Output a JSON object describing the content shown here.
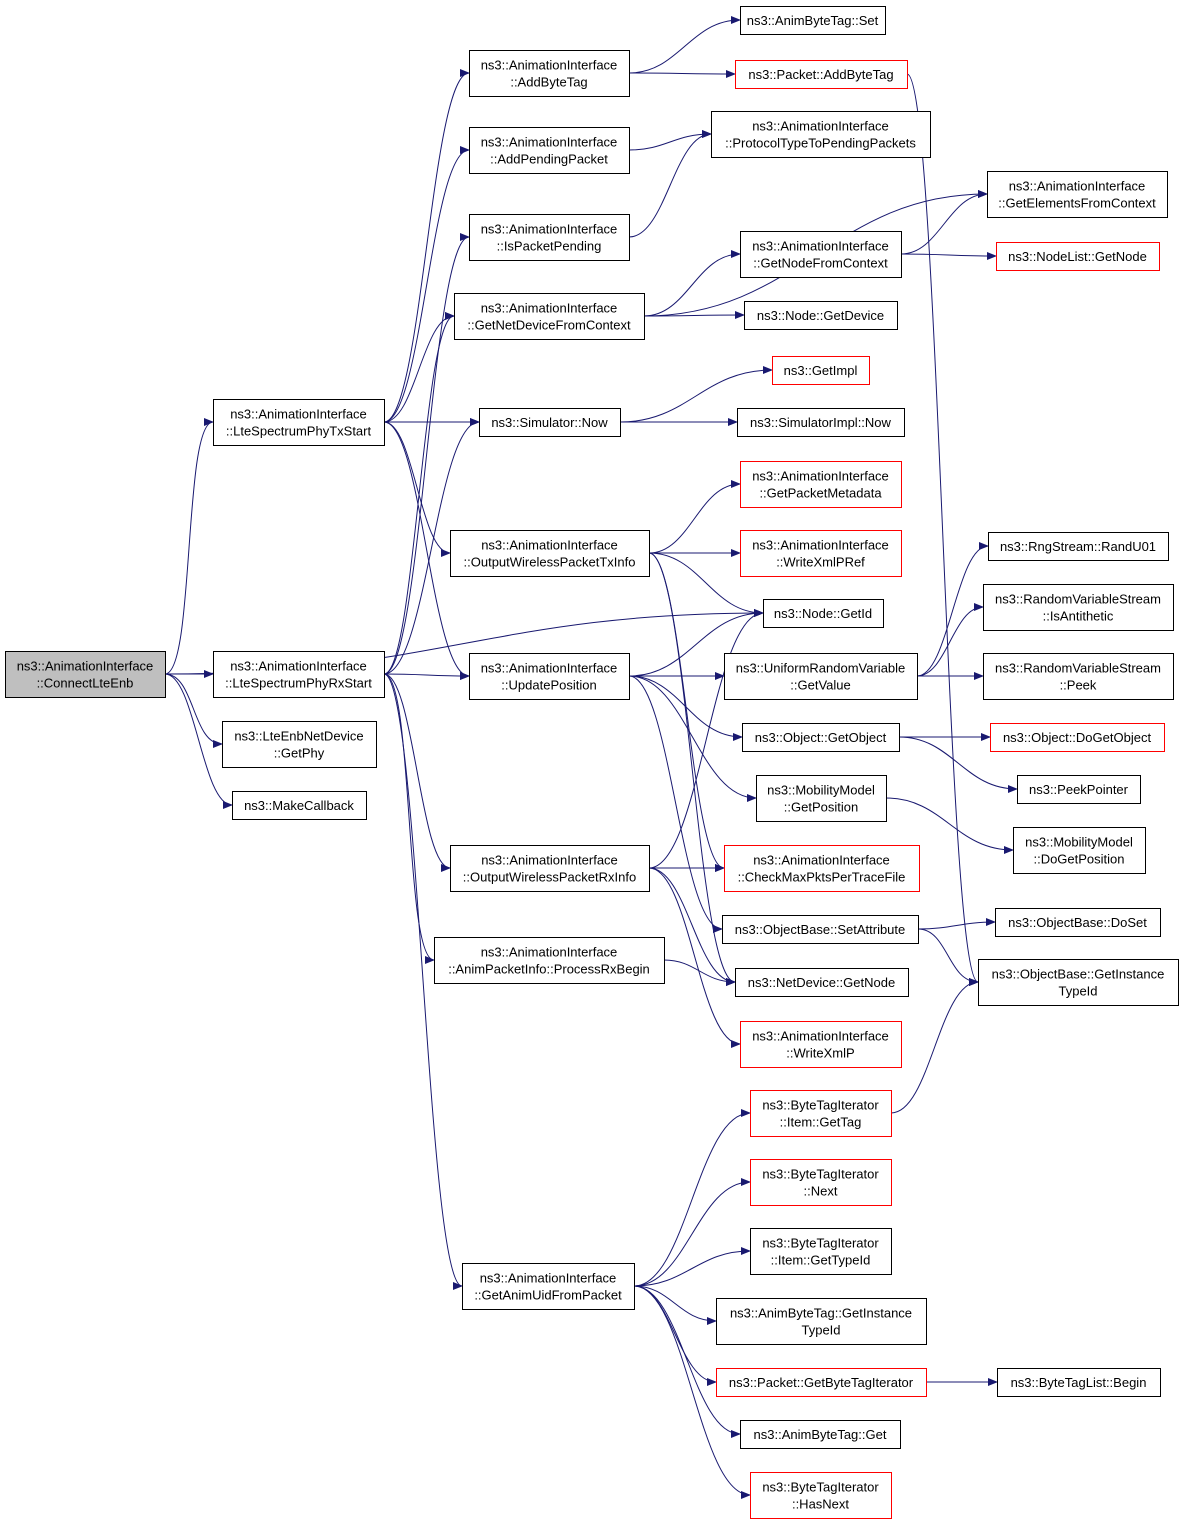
{
  "colors": {
    "edge": "#191970",
    "border_normal": "#000000",
    "border_truncated": "#ff0000",
    "root_fill": "#bfbfbf",
    "node_fill": "#ffffff"
  },
  "nodes": [
    {
      "id": "root",
      "lines": [
        "ns3::AnimationInterface",
        "::ConnectLteEnb"
      ],
      "style": "root"
    },
    {
      "id": "txstart",
      "lines": [
        "ns3::AnimationInterface",
        "::LteSpectrumPhyTxStart"
      ],
      "style": "normal"
    },
    {
      "id": "rxstart",
      "lines": [
        "ns3::AnimationInterface",
        "::LteSpectrumPhyRxStart"
      ],
      "style": "normal"
    },
    {
      "id": "getphy",
      "lines": [
        "ns3::LteEnbNetDevice",
        "::GetPhy"
      ],
      "style": "normal"
    },
    {
      "id": "makecb",
      "lines": [
        "ns3::MakeCallback"
      ],
      "style": "normal"
    },
    {
      "id": "addbytetag",
      "lines": [
        "ns3::AnimationInterface",
        "::AddByteTag"
      ],
      "style": "normal"
    },
    {
      "id": "addpending",
      "lines": [
        "ns3::AnimationInterface",
        "::AddPendingPacket"
      ],
      "style": "normal"
    },
    {
      "id": "ispending",
      "lines": [
        "ns3::AnimationInterface",
        "::IsPacketPending"
      ],
      "style": "normal"
    },
    {
      "id": "getnetdev",
      "lines": [
        "ns3::AnimationInterface",
        "::GetNetDeviceFromContext"
      ],
      "style": "normal"
    },
    {
      "id": "simnow",
      "lines": [
        "ns3::Simulator::Now"
      ],
      "style": "normal"
    },
    {
      "id": "outtx",
      "lines": [
        "ns3::AnimationInterface",
        "::OutputWirelessPacketTxInfo"
      ],
      "style": "normal"
    },
    {
      "id": "updatepos",
      "lines": [
        "ns3::AnimationInterface",
        "::UpdatePosition"
      ],
      "style": "normal"
    },
    {
      "id": "outrx",
      "lines": [
        "ns3::AnimationInterface",
        "::OutputWirelessPacketRxInfo"
      ],
      "style": "normal"
    },
    {
      "id": "processrx",
      "lines": [
        "ns3::AnimationInterface",
        "::AnimPacketInfo::ProcessRxBegin"
      ],
      "style": "normal"
    },
    {
      "id": "getanimuid",
      "lines": [
        "ns3::AnimationInterface",
        "::GetAnimUidFromPacket"
      ],
      "style": "normal"
    },
    {
      "id": "animtagset",
      "lines": [
        "ns3::AnimByteTag::Set"
      ],
      "style": "normal"
    },
    {
      "id": "pktaddbytetag",
      "lines": [
        "ns3::Packet::AddByteTag"
      ],
      "style": "truncated"
    },
    {
      "id": "prototype",
      "lines": [
        "ns3::AnimationInterface",
        "::ProtocolTypeToPendingPackets"
      ],
      "style": "normal"
    },
    {
      "id": "getelements",
      "lines": [
        "ns3::AnimationInterface",
        "::GetElementsFromContext"
      ],
      "style": "normal"
    },
    {
      "id": "getnodectx",
      "lines": [
        "ns3::AnimationInterface",
        "::GetNodeFromContext"
      ],
      "style": "normal"
    },
    {
      "id": "nodelistget",
      "lines": [
        "ns3::NodeList::GetNode"
      ],
      "style": "truncated"
    },
    {
      "id": "nodegetdev",
      "lines": [
        "ns3::Node::GetDevice"
      ],
      "style": "normal"
    },
    {
      "id": "getimpl",
      "lines": [
        "ns3::GetImpl"
      ],
      "style": "truncated"
    },
    {
      "id": "simimplnow",
      "lines": [
        "ns3::SimulatorImpl::Now"
      ],
      "style": "normal"
    },
    {
      "id": "getmeta",
      "lines": [
        "ns3::AnimationInterface",
        "::GetPacketMetadata"
      ],
      "style": "truncated"
    },
    {
      "id": "writexmlpref",
      "lines": [
        "ns3::AnimationInterface",
        "::WriteXmlPRef"
      ],
      "style": "truncated"
    },
    {
      "id": "nodegetid",
      "lines": [
        "ns3::Node::GetId"
      ],
      "style": "normal"
    },
    {
      "id": "uniformget",
      "lines": [
        "ns3::UniformRandomVariable",
        "::GetValue"
      ],
      "style": "normal"
    },
    {
      "id": "getobject",
      "lines": [
        "ns3::Object::GetObject"
      ],
      "style": "normal"
    },
    {
      "id": "mobget",
      "lines": [
        "ns3::MobilityModel",
        "::GetPosition"
      ],
      "style": "normal"
    },
    {
      "id": "checkmax",
      "lines": [
        "ns3::AnimationInterface",
        "::CheckMaxPktsPerTraceFile"
      ],
      "style": "truncated"
    },
    {
      "id": "setattr",
      "lines": [
        "ns3::ObjectBase::SetAttribute"
      ],
      "style": "normal"
    },
    {
      "id": "netdevnode",
      "lines": [
        "ns3::NetDevice::GetNode"
      ],
      "style": "normal"
    },
    {
      "id": "writexmlp",
      "lines": [
        "ns3::AnimationInterface",
        "::WriteXmlP"
      ],
      "style": "truncated"
    },
    {
      "id": "randu01",
      "lines": [
        "ns3::RngStream::RandU01"
      ],
      "style": "normal"
    },
    {
      "id": "isanti",
      "lines": [
        "ns3::RandomVariableStream",
        "::IsAntithetic"
      ],
      "style": "normal"
    },
    {
      "id": "peek",
      "lines": [
        "ns3::RandomVariableStream",
        "::Peek"
      ],
      "style": "normal"
    },
    {
      "id": "dogetobject",
      "lines": [
        "ns3::Object::DoGetObject"
      ],
      "style": "truncated"
    },
    {
      "id": "peekptr",
      "lines": [
        "ns3::PeekPointer"
      ],
      "style": "normal"
    },
    {
      "id": "mobdoget",
      "lines": [
        "ns3::MobilityModel",
        "::DoGetPosition"
      ],
      "style": "normal"
    },
    {
      "id": "doset",
      "lines": [
        "ns3::ObjectBase::DoSet"
      ],
      "style": "normal"
    },
    {
      "id": "getinstance",
      "lines": [
        "ns3::ObjectBase::GetInstance",
        "TypeId"
      ],
      "style": "normal"
    },
    {
      "id": "itemgettag",
      "lines": [
        "ns3::ByteTagIterator",
        "::Item::GetTag"
      ],
      "style": "truncated"
    },
    {
      "id": "btinext",
      "lines": [
        "ns3::ByteTagIterator",
        "::Next"
      ],
      "style": "truncated"
    },
    {
      "id": "itemgettype",
      "lines": [
        "ns3::ByteTagIterator",
        "::Item::GetTypeId"
      ],
      "style": "normal"
    },
    {
      "id": "animgetinst",
      "lines": [
        "ns3::AnimByteTag::GetInstance",
        "TypeId"
      ],
      "style": "normal"
    },
    {
      "id": "pktgetbti",
      "lines": [
        "ns3::Packet::GetByteTagIterator"
      ],
      "style": "truncated"
    },
    {
      "id": "btlbegin",
      "lines": [
        "ns3::ByteTagList::Begin"
      ],
      "style": "normal"
    },
    {
      "id": "animget",
      "lines": [
        "ns3::AnimByteTag::Get"
      ],
      "style": "normal"
    },
    {
      "id": "hasnext",
      "lines": [
        "ns3::ByteTagIterator",
        "::HasNext"
      ],
      "style": "truncated"
    }
  ],
  "edges": [
    [
      "root",
      "txstart"
    ],
    [
      "root",
      "rxstart"
    ],
    [
      "root",
      "getphy"
    ],
    [
      "root",
      "makecb"
    ],
    [
      "root",
      "nodegetid"
    ],
    [
      "txstart",
      "addbytetag"
    ],
    [
      "txstart",
      "addpending"
    ],
    [
      "txstart",
      "getnetdev"
    ],
    [
      "txstart",
      "simnow"
    ],
    [
      "txstart",
      "outtx"
    ],
    [
      "txstart",
      "updatepos"
    ],
    [
      "rxstart",
      "getnetdev"
    ],
    [
      "rxstart",
      "ispending"
    ],
    [
      "rxstart",
      "simnow"
    ],
    [
      "rxstart",
      "updatepos"
    ],
    [
      "rxstart",
      "outrx"
    ],
    [
      "rxstart",
      "processrx"
    ],
    [
      "rxstart",
      "getanimuid"
    ],
    [
      "addbytetag",
      "animtagset"
    ],
    [
      "addbytetag",
      "pktaddbytetag"
    ],
    [
      "addpending",
      "prototype"
    ],
    [
      "ispending",
      "prototype"
    ],
    [
      "getnetdev",
      "getelements"
    ],
    [
      "getnetdev",
      "getnodectx"
    ],
    [
      "getnetdev",
      "nodegetdev"
    ],
    [
      "getnodectx",
      "getelements"
    ],
    [
      "getnodectx",
      "nodelistget"
    ],
    [
      "simnow",
      "getimpl"
    ],
    [
      "simnow",
      "simimplnow"
    ],
    [
      "outtx",
      "getmeta"
    ],
    [
      "outtx",
      "writexmlpref"
    ],
    [
      "outtx",
      "nodegetid"
    ],
    [
      "outtx",
      "checkmax"
    ],
    [
      "outtx",
      "netdevnode"
    ],
    [
      "updatepos",
      "nodegetid"
    ],
    [
      "updatepos",
      "uniformget"
    ],
    [
      "updatepos",
      "getobject"
    ],
    [
      "updatepos",
      "mobget"
    ],
    [
      "updatepos",
      "setattr"
    ],
    [
      "outrx",
      "nodegetid"
    ],
    [
      "outrx",
      "checkmax"
    ],
    [
      "outrx",
      "netdevnode"
    ],
    [
      "outrx",
      "writexmlp"
    ],
    [
      "processrx",
      "netdevnode"
    ],
    [
      "uniformget",
      "randu01"
    ],
    [
      "uniformget",
      "isanti"
    ],
    [
      "uniformget",
      "peek"
    ],
    [
      "getobject",
      "dogetobject"
    ],
    [
      "getobject",
      "peekptr"
    ],
    [
      "mobget",
      "mobdoget"
    ],
    [
      "setattr",
      "doset"
    ],
    [
      "setattr",
      "getinstance"
    ],
    [
      "pktaddbytetag",
      "getinstance"
    ],
    [
      "itemgettag",
      "getinstance"
    ],
    [
      "getanimuid",
      "itemgettag"
    ],
    [
      "getanimuid",
      "btinext"
    ],
    [
      "getanimuid",
      "itemgettype"
    ],
    [
      "getanimuid",
      "animgetinst"
    ],
    [
      "getanimuid",
      "pktgetbti"
    ],
    [
      "getanimuid",
      "animget"
    ],
    [
      "getanimuid",
      "hasnext"
    ],
    [
      "pktgetbti",
      "btlbegin"
    ]
  ]
}
